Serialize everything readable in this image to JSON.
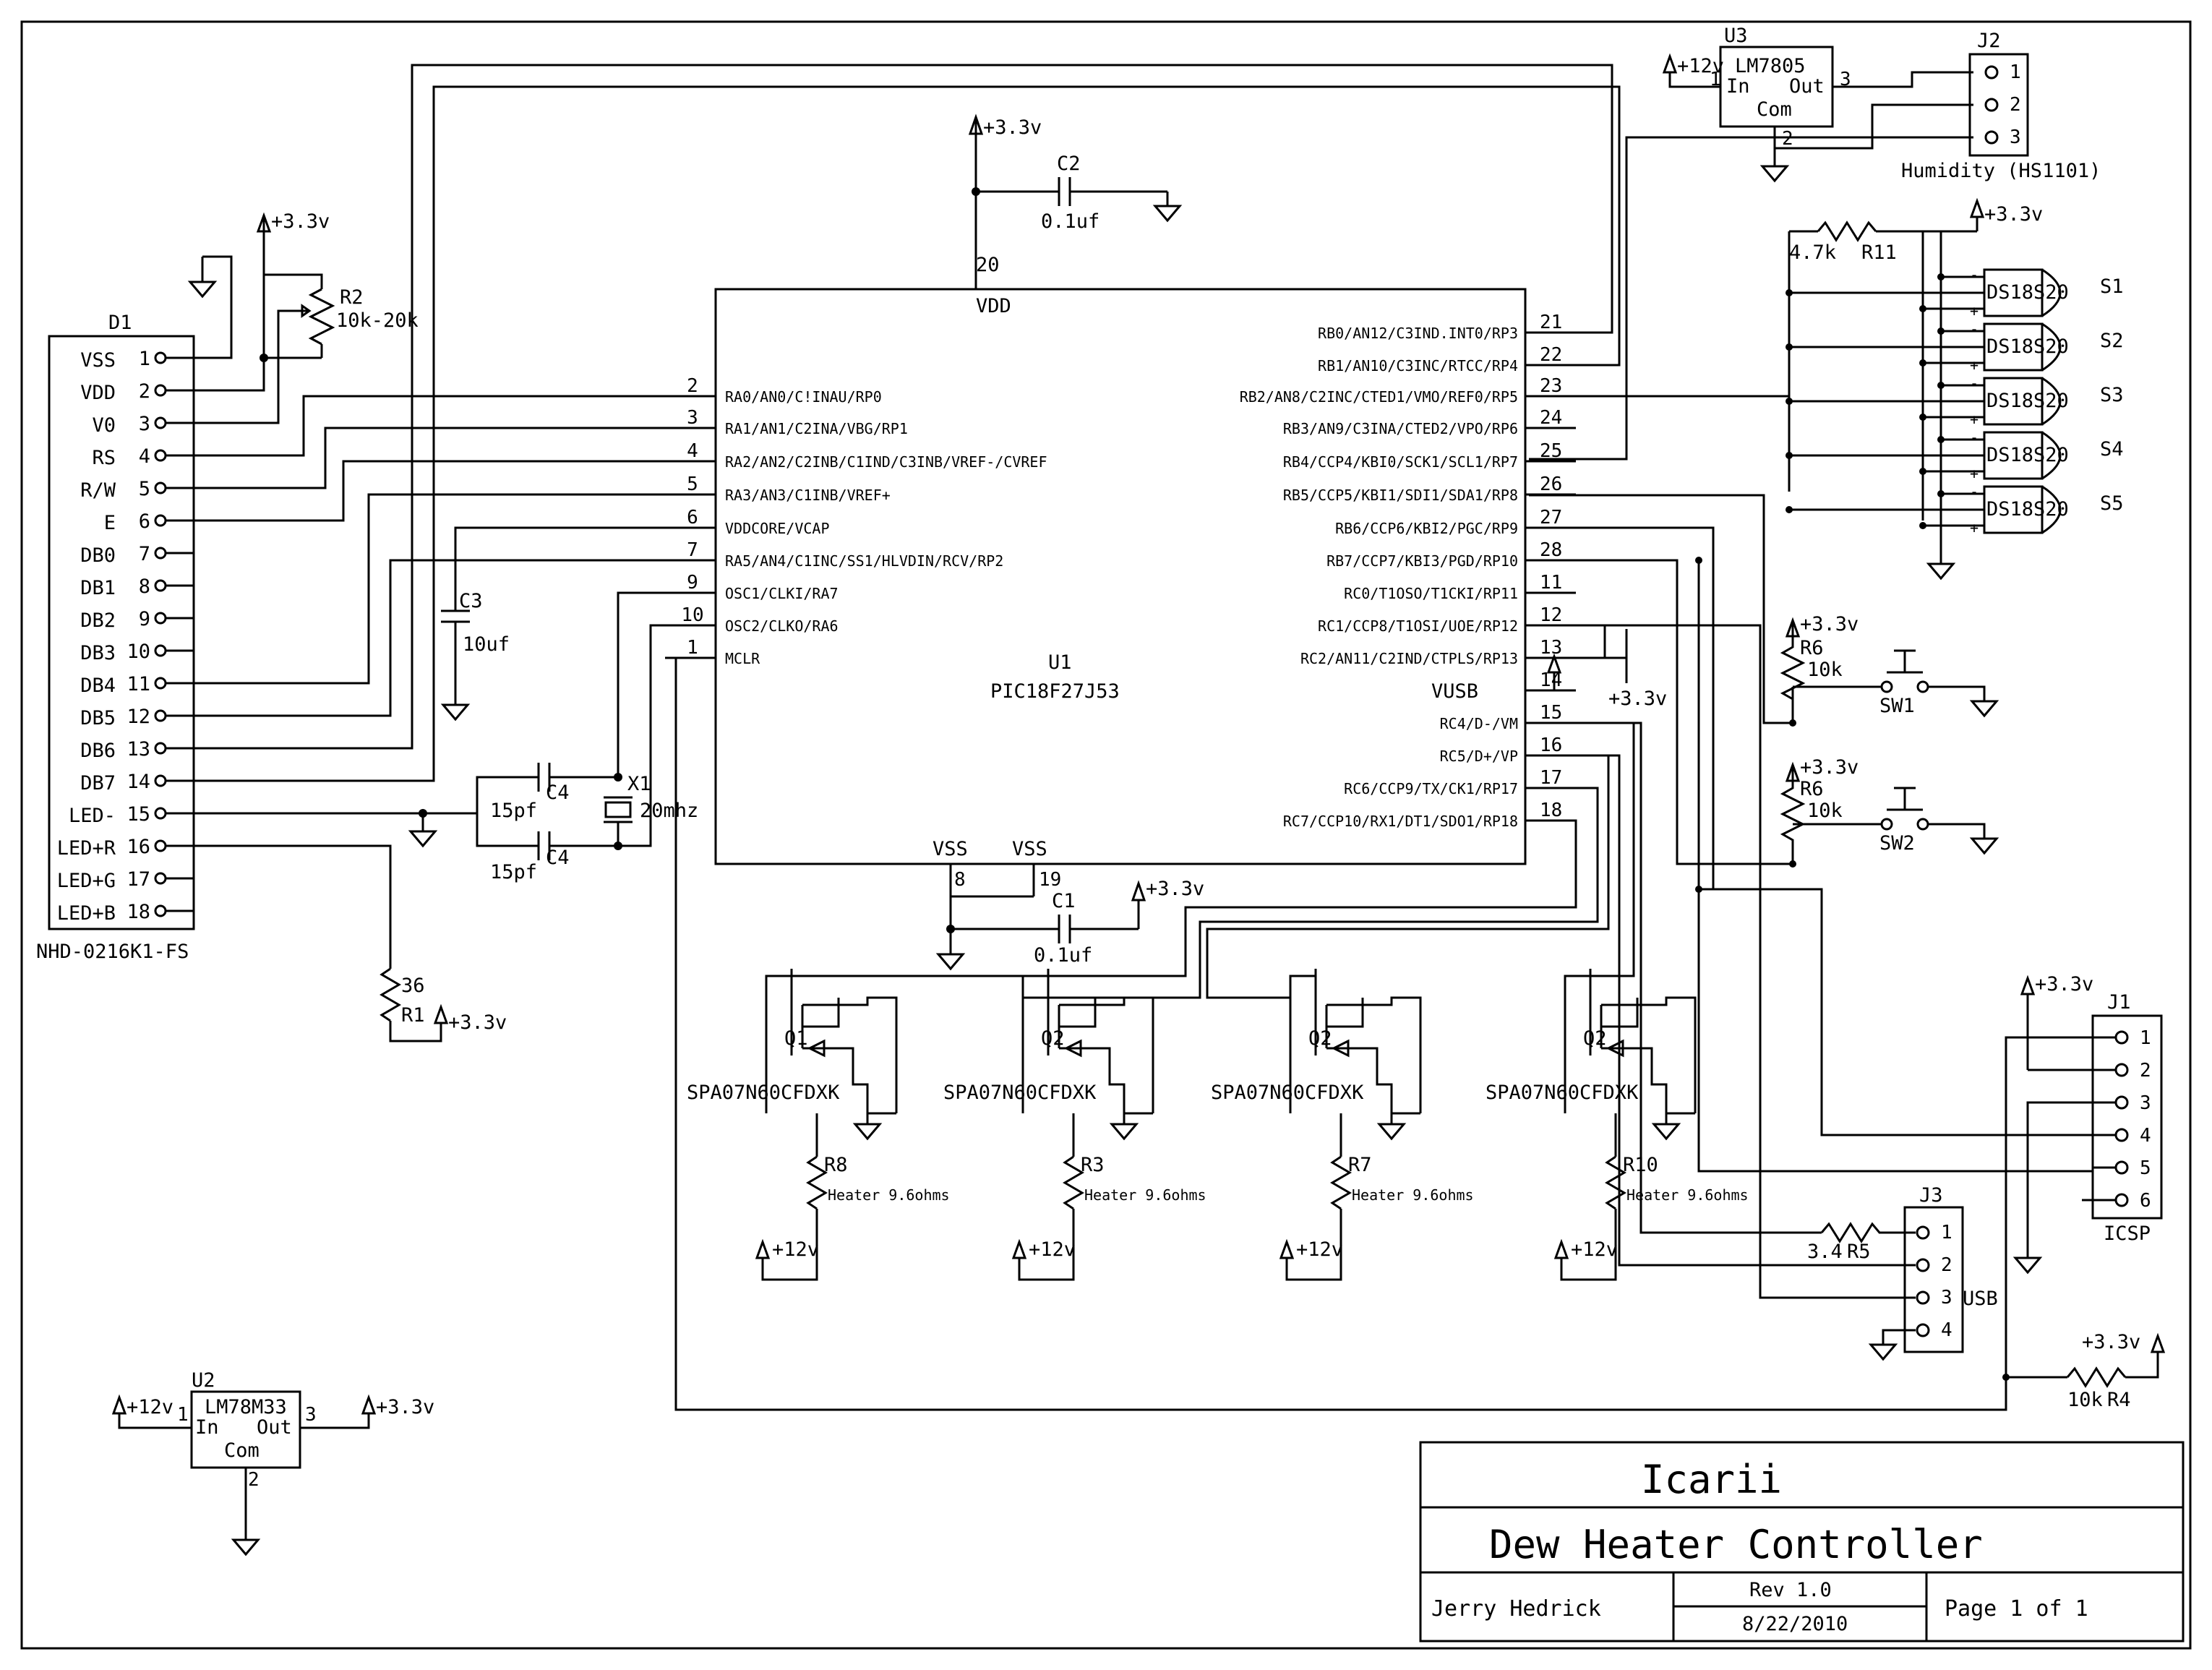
{
  "u1": {
    "ref": "U1",
    "part": "PIC18F27J53",
    "vdd": "VDD",
    "vusb": "VUSB",
    "vss_a": "VSS",
    "vss_b": "VSS",
    "left_pins": [
      {
        "num": "2",
        "name": "RA0/AN0/C!INAU/RP0"
      },
      {
        "num": "3",
        "name": "RA1/AN1/C2INA/VBG/RP1"
      },
      {
        "num": "4",
        "name": "RA2/AN2/C2INB/C1IND/C3INB/VREF-/CVREF"
      },
      {
        "num": "5",
        "name": "RA3/AN3/C1INB/VREF+"
      },
      {
        "num": "6",
        "name": "VDDCORE/VCAP"
      },
      {
        "num": "7",
        "name": "RA5/AN4/C1INC/SS1/HLVDIN/RCV/RP2"
      },
      {
        "num": "9",
        "name": "OSC1/CLKI/RA7"
      },
      {
        "num": "10",
        "name": "OSC2/CLKO/RA6"
      },
      {
        "num": "1",
        "name": "MCLR"
      }
    ],
    "right_pins": [
      {
        "num": "21",
        "name": "RB0/AN12/C3IND.INT0/RP3"
      },
      {
        "num": "22",
        "name": "RB1/AN10/C3INC/RTCC/RP4"
      },
      {
        "num": "23",
        "name": "RB2/AN8/C2INC/CTED1/VMO/REF0/RP5"
      },
      {
        "num": "24",
        "name": "RB3/AN9/C3INA/CTED2/VPO/RP6"
      },
      {
        "num": "25",
        "name": "RB4/CCP4/KBI0/SCK1/SCL1/RP7"
      },
      {
        "num": "26",
        "name": "RB5/CCP5/KBI1/SDI1/SDA1/RP8"
      },
      {
        "num": "27",
        "name": "RB6/CCP6/KBI2/PGC/RP9"
      },
      {
        "num": "28",
        "name": "RB7/CCP7/KBI3/PGD/RP10"
      },
      {
        "num": "11",
        "name": "RC0/T1OSO/T1CKI/RP11"
      },
      {
        "num": "12",
        "name": "RC1/CCP8/T1OSI/UOE/RP12"
      },
      {
        "num": "13",
        "name": "RC2/AN11/C2IND/CTPLS/RP13"
      },
      {
        "num": "14",
        "name": ""
      },
      {
        "num": "15",
        "name": "RC4/D-/VM"
      },
      {
        "num": "16",
        "name": "RC5/D+/VP"
      },
      {
        "num": "17",
        "name": "RC6/CCP9/TX/CK1/RP17"
      },
      {
        "num": "18",
        "name": "RC7/CCP10/RX1/DT1/SDO1/RP18"
      }
    ],
    "vdd_pin": "20",
    "vss_pins": [
      "8",
      "19"
    ]
  },
  "d1": {
    "ref": "D1",
    "part": "NHD-0216K1-FS",
    "pins": [
      {
        "num": "1",
        "name": "VSS"
      },
      {
        "num": "2",
        "name": "VDD"
      },
      {
        "num": "3",
        "name": "V0"
      },
      {
        "num": "4",
        "name": "RS"
      },
      {
        "num": "5",
        "name": "R/W"
      },
      {
        "num": "6",
        "name": "E"
      },
      {
        "num": "7",
        "name": "DB0"
      },
      {
        "num": "8",
        "name": "DB1"
      },
      {
        "num": "9",
        "name": "DB2"
      },
      {
        "num": "10",
        "name": "DB3"
      },
      {
        "num": "11",
        "name": "DB4"
      },
      {
        "num": "12",
        "name": "DB5"
      },
      {
        "num": "13",
        "name": "DB6"
      },
      {
        "num": "14",
        "name": "DB7"
      },
      {
        "num": "15",
        "name": "LED-"
      },
      {
        "num": "16",
        "name": "LED+R"
      },
      {
        "num": "17",
        "name": "LED+G"
      },
      {
        "num": "18",
        "name": "LED+B"
      }
    ]
  },
  "u3": {
    "ref": "U3",
    "part": "LM7805",
    "in": "In",
    "out": "Out",
    "com": "Com",
    "pin1": "1",
    "pin2": "2",
    "pin3": "3",
    "supply": "+12v"
  },
  "u2": {
    "ref": "U2",
    "part": "LM78M33",
    "in": "In",
    "out": "Out",
    "com": "Com",
    "pin1": "1",
    "pin2": "2",
    "pin3": "3",
    "supply_in": "+12v",
    "supply_out": "+3.3v"
  },
  "j2": {
    "ref": "J2",
    "caption": "Humidity (HS1101)",
    "pins": [
      "1",
      "2",
      "3"
    ]
  },
  "j1": {
    "ref": "J1",
    "caption": "ICSP",
    "pins": [
      "1",
      "2",
      "3",
      "4",
      "5",
      "6"
    ]
  },
  "j3": {
    "ref": "J3",
    "caption": "USB",
    "pins": [
      "1",
      "2",
      "3",
      "4"
    ]
  },
  "sensors": {
    "part": "DS18S20",
    "refs": [
      "S1",
      "S2",
      "S3",
      "S4",
      "S5"
    ],
    "pin_minus": "-",
    "pin_plus": "+"
  },
  "mosfets": [
    {
      "ref": "Q1",
      "part": "SPA07N60CFDXK"
    },
    {
      "ref": "Q2",
      "part": "SPA07N60CFDXK"
    },
    {
      "ref": "Q2",
      "part": "SPA07N60CFDXK"
    },
    {
      "ref": "Q2",
      "part": "SPA07N60CFDXK"
    }
  ],
  "heaters": [
    {
      "ref": "R8",
      "value": "Heater 9.6ohms"
    },
    {
      "ref": "R3",
      "value": "Heater 9.6ohms"
    },
    {
      "ref": "R7",
      "value": "Heater 9.6ohms"
    },
    {
      "ref": "R10",
      "value": "Heater 9.6ohms"
    }
  ],
  "passives": {
    "c2": {
      "ref": "C2",
      "value": "0.1uf"
    },
    "c1": {
      "ref": "C1",
      "value": "0.1uf"
    },
    "c3": {
      "ref": "C3",
      "value": "10uf"
    },
    "c4a": {
      "ref": "C4",
      "value": "15pf"
    },
    "c4b": {
      "ref": "C4",
      "value": "15pf"
    },
    "x1": {
      "ref": "X1",
      "value": "20mhz"
    },
    "r2": {
      "ref": "R2",
      "value": "10k-20k"
    },
    "r1": {
      "ref": "R1",
      "value": "36"
    },
    "r11": {
      "ref": "R11",
      "value": "4.7k"
    },
    "r6a": {
      "ref": "R6",
      "value": "10k"
    },
    "r6b": {
      "ref": "R6",
      "value": "10k"
    },
    "r5": {
      "ref": "R5",
      "value": "3.4"
    },
    "r4": {
      "ref": "R4",
      "value": "10k"
    },
    "sw1": {
      "ref": "SW1"
    },
    "sw2": {
      "ref": "SW2"
    }
  },
  "supplies": {
    "v33": "+3.3v",
    "v12": "+12v"
  },
  "title_block": {
    "project": "Icarii",
    "title": "Dew Heater Controller",
    "author": "Jerry Hedrick",
    "rev": "Rev 1.0",
    "date": "8/22/2010",
    "page": "Page 1 of 1"
  }
}
